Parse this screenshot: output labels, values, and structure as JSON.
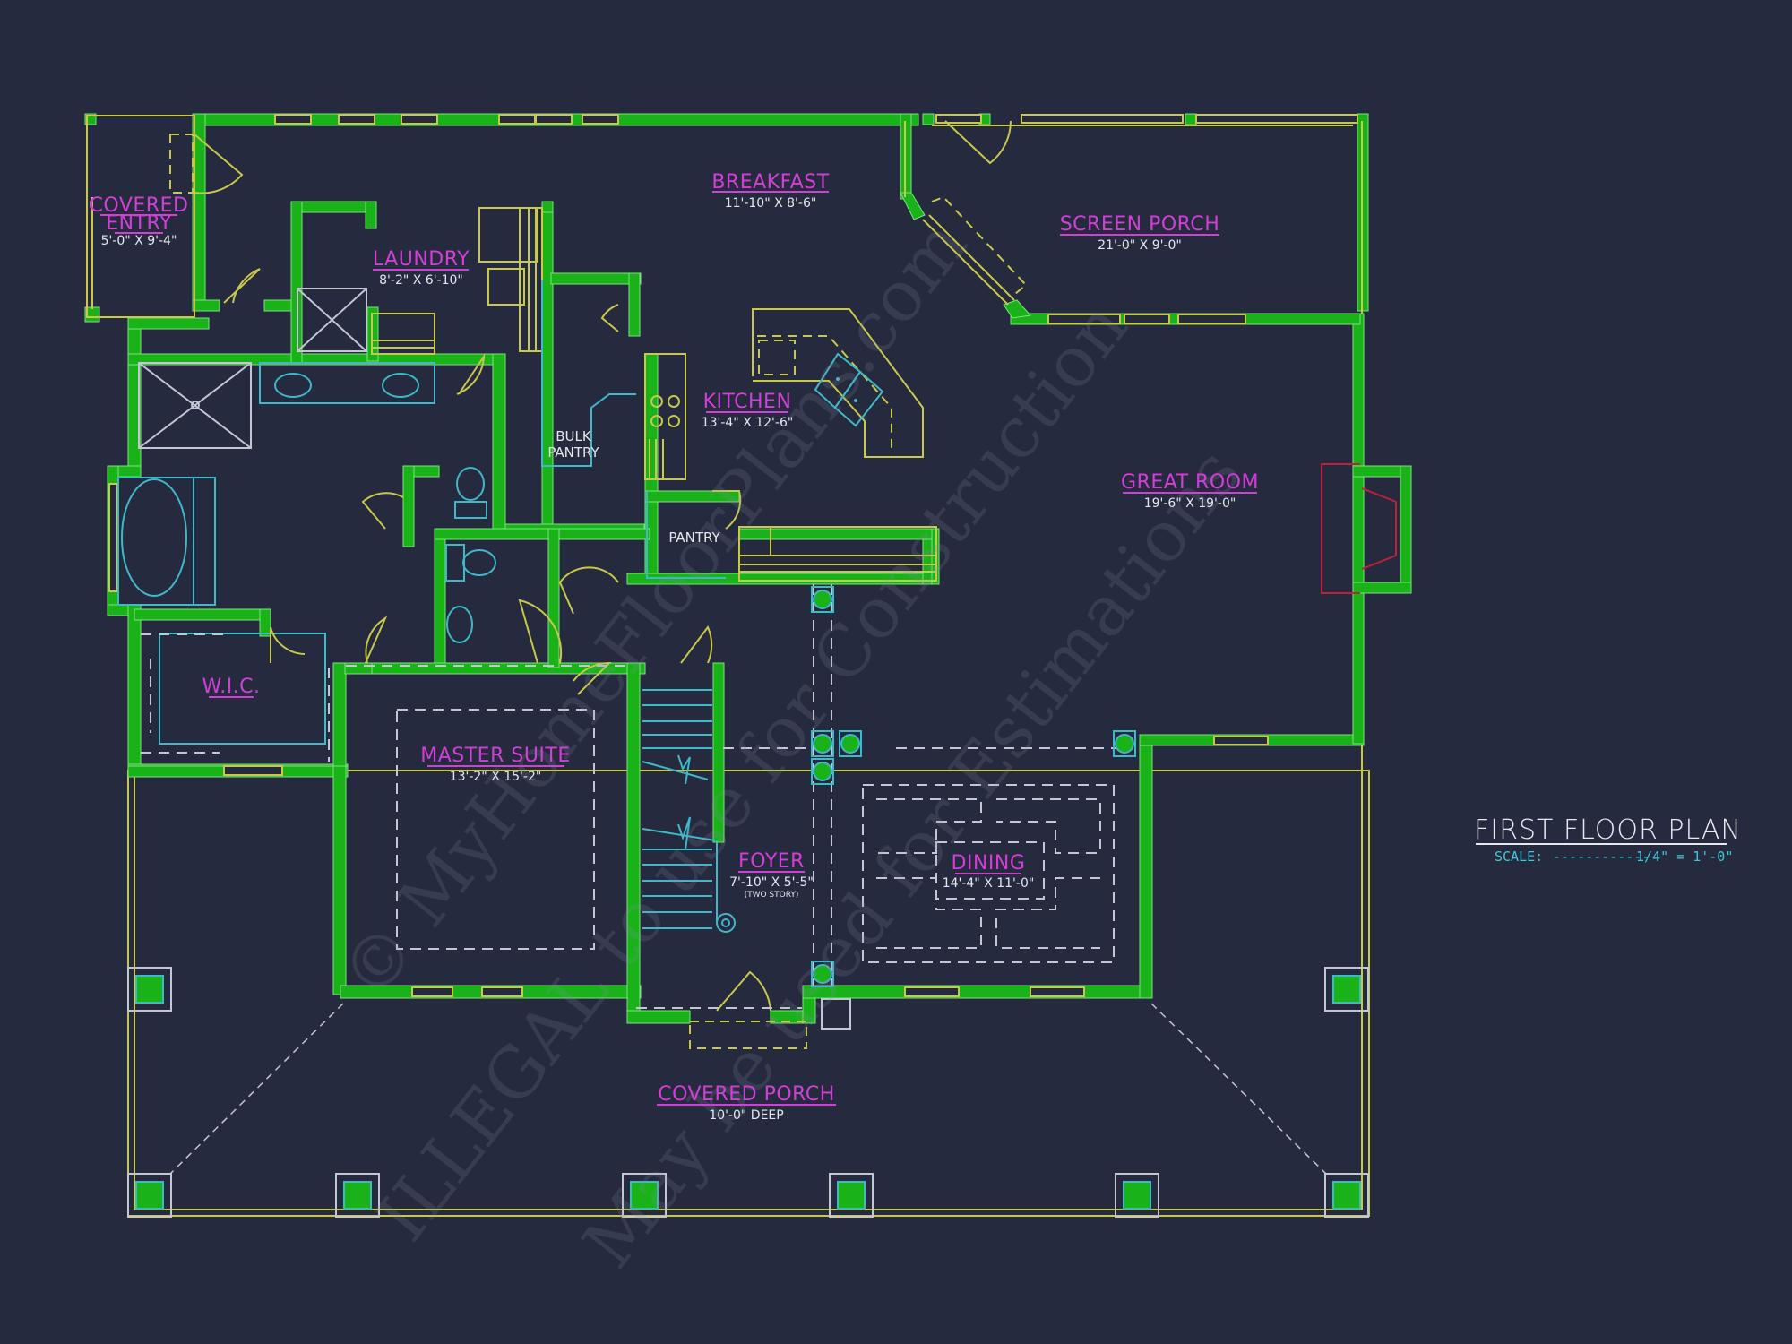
{
  "drawing": {
    "title": "FIRST FLOOR PLAN",
    "scale_label": "SCALE:",
    "scale_leader": "------------",
    "scale_value": "1/4\" = 1'-0\"",
    "colors": {
      "background": "#252a3e",
      "walls": "#19b319",
      "room_labels": "#d23fd6",
      "dimensions": "#e6e6ee",
      "fixtures": "#3fb8c8",
      "outlines": "#c8c84a",
      "fireplace": "#c0203a"
    }
  },
  "rooms": {
    "covered_entry": {
      "name_line1": "COVERED",
      "name_line2": "ENTRY",
      "dims": "5'-0\" X 9'-4\""
    },
    "laundry": {
      "name": "LAUNDRY",
      "dims": "8'-2\" X 6'-10\""
    },
    "breakfast": {
      "name": "BREAKFAST",
      "dims": "11'-10\" X 8'-6\""
    },
    "screen_porch": {
      "name": "SCREEN PORCH",
      "dims": "21'-0\" X 9'-0\""
    },
    "kitchen": {
      "name": "KITCHEN",
      "dims": "13'-4\" X 12'-6\""
    },
    "bulk_pantry": {
      "line1": "BULK",
      "line2": "PANTRY"
    },
    "pantry": {
      "name": "PANTRY"
    },
    "great_room": {
      "name": "GREAT ROOM",
      "dims": "19'-6\" X 19'-0\""
    },
    "wic": {
      "name": "W.I.C."
    },
    "master_suite": {
      "name": "MASTER SUITE",
      "dims": "13'-2\" X 15'-2\""
    },
    "foyer": {
      "name": "FOYER",
      "dims": "7'-10\" X 5'-5\"",
      "note": "(TWO STORY)"
    },
    "dining": {
      "name": "DINING",
      "dims": "14'-4\" X 11'-0\""
    },
    "covered_porch": {
      "name": "COVERED PORCH",
      "dims": "10'-0\" DEEP"
    }
  },
  "watermark": {
    "line1": "© MyHomeFloorPlans.com",
    "line2": "ILLEGAL to use for Construction",
    "line3": "May be used for Estimations"
  }
}
